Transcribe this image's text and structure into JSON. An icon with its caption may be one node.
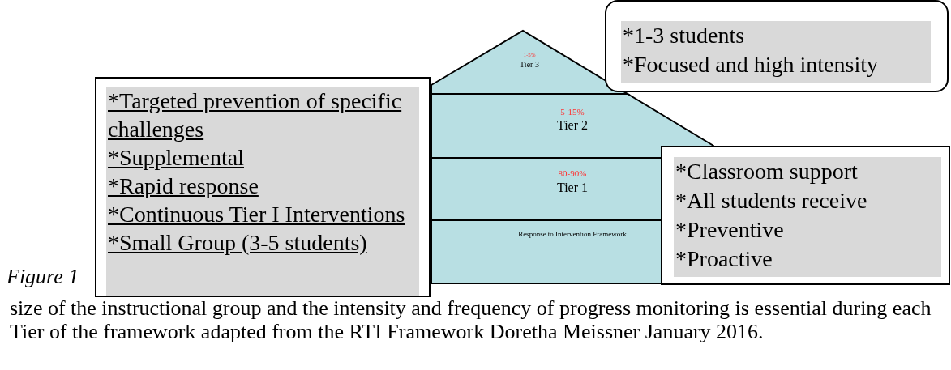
{
  "diagram": {
    "caption": "size of the instructional group and the intensity and frequency of progress monitoring is essential during each Tier of the framework adapted from the RTI Framework Doretha Meissner January 2016.",
    "nodes": [
      {
        "text": [
          "1-5%",
          "Tier 3"
        ]
      },
      {
        "text": [
          "*1-3 students",
          "*Focused and high intensity"
        ]
      },
      {
        "text": [
          "*Targeted prevention of specific challenges",
          "*Supplemental",
          "*Rapid response",
          "*Continuous Tier I Interventions",
          "*Small Group (3-5 students)"
        ]
      },
      {
        "text": [
          "5-15%",
          "Tier 2"
        ]
      },
      {
        "text": [
          "80-90%",
          "Tier 1"
        ]
      },
      {
        "text": [
          "*Classroom support",
          "*All students receive",
          "*Preventive",
          "*Proactive"
        ]
      },
      {
        "text": [
          "Response to Intervention Framework"
        ]
      }
    ],
    "labels": [
      "Figure 1"
    ]
  }
}
